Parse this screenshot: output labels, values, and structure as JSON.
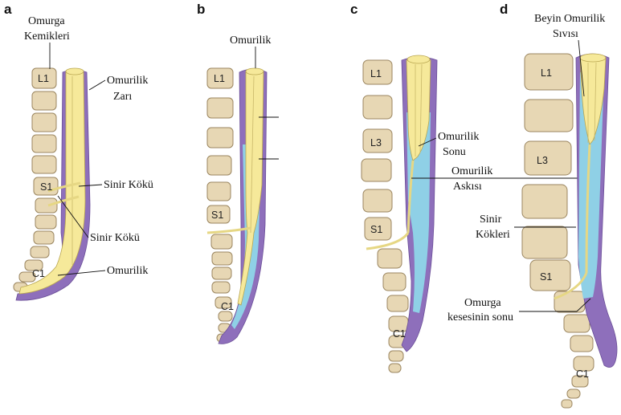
{
  "panels": [
    {
      "letter": "a",
      "labels": {
        "vertebra": [
          "Omurga",
          "Kemikleri"
        ],
        "cord_membrane": [
          "Omurilik",
          "Zarı"
        ],
        "nerve_root_1": "Sinir Kökü",
        "nerve_root_2": "Sinir Kökü",
        "cord": "Omurilik"
      },
      "vertebra_labels": {
        "top": "L1",
        "middle": "S1",
        "bottom": "C1"
      }
    },
    {
      "letter": "b",
      "labels": {
        "cord": "Omurilik"
      },
      "vertebra_labels": {
        "top": "L1",
        "middle": "S1",
        "bottom": "C1"
      }
    },
    {
      "letter": "c",
      "labels": {
        "conus": [
          "Omurilik",
          "Sonu"
        ],
        "filum": [
          "Omurilik",
          "Askısı"
        ]
      },
      "vertebra_labels": {
        "top": "L1",
        "mid": "L3",
        "sacral": "S1",
        "bottom": "C1"
      }
    },
    {
      "letter": "d",
      "labels": {
        "csf": [
          "Beyin Omurilik",
          "Sıvısı"
        ],
        "nerve_roots": [
          "Sinir",
          "Kökleri"
        ],
        "sac_end": [
          "Omurga",
          "kesesinin sonu"
        ]
      },
      "vertebra_labels": {
        "top": "L1",
        "mid": "L3",
        "sacral": "S1",
        "bottom": "C1"
      }
    }
  ],
  "colors": {
    "bone": "#e7d7b4",
    "dura": "#8e6fbb",
    "csf": "#8fd0e6",
    "cord": "#f6e99a"
  }
}
